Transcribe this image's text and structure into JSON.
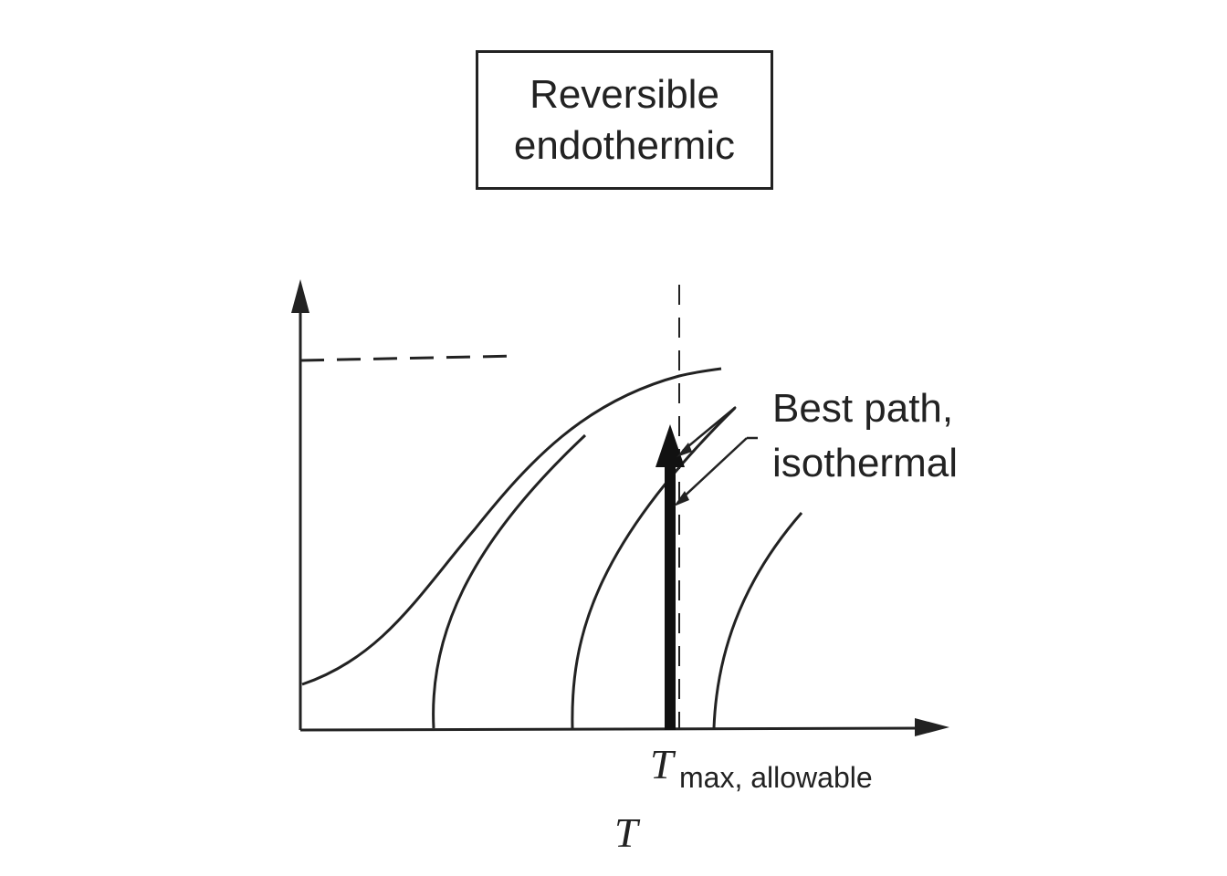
{
  "title": {
    "line1": "Reversible",
    "line2": "endothermic"
  },
  "annotation": {
    "line1": "Best path,",
    "line2": "isothermal"
  },
  "tmax_label": {
    "symbol": "T",
    "subscript": "max, allowable"
  },
  "x_axis_label": "T",
  "colors": {
    "ink": "#222222",
    "background": "#ffffff"
  }
}
